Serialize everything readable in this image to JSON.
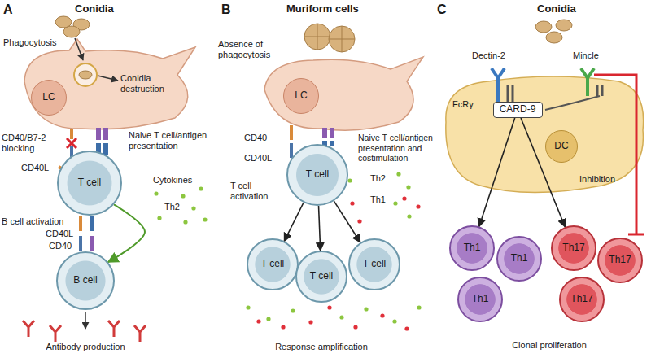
{
  "diagram": {
    "nodes": [
      {
        "text": [
          "LC"
        ]
      },
      {
        "text": [
          "T cell"
        ]
      },
      {
        "text": [
          "B cell"
        ]
      },
      {
        "text": [
          "LC"
        ]
      },
      {
        "text": [
          "T cell"
        ]
      },
      {
        "text": [
          "T cell"
        ]
      },
      {
        "text": [
          "T cell"
        ]
      },
      {
        "text": [
          "T cell"
        ]
      },
      {
        "text": [
          "CARD-9"
        ]
      },
      {
        "text": [
          "DC"
        ]
      },
      {
        "text": [
          "Th1"
        ]
      },
      {
        "text": [
          "Th1"
        ]
      },
      {
        "text": [
          "Th1"
        ]
      },
      {
        "text": [
          "Th17"
        ]
      },
      {
        "text": [
          "Th17"
        ]
      },
      {
        "text": [
          "Th17"
        ]
      }
    ],
    "edges": [
      {
        "from": 1,
        "to": 2,
        "arrow": "to"
      },
      {
        "from": 4,
        "to": 5,
        "arrow": "to"
      },
      {
        "from": 4,
        "to": 6,
        "arrow": "to"
      },
      {
        "from": 4,
        "to": 7,
        "arrow": "to"
      },
      {
        "from": 8,
        "to": 10,
        "arrow": "to"
      },
      {
        "from": 8,
        "to": 13,
        "arrow": "to"
      }
    ],
    "labels": [
      "A",
      "Conidia",
      "Phagocytosis",
      "Conidia destruction",
      "CD40/B7-2 blocking",
      "Naive T cell/antigen presentation",
      "CD40L",
      "Cytokines",
      "Th2",
      "B cell activation",
      "CD40",
      "CD40L",
      "Antibody production",
      "B",
      "Muriform cells",
      "Absence of phagocytosis",
      "CD40",
      "CD40L",
      "Naive T cell/antigen presentation and costimulation",
      "T cell activation",
      "Th2",
      "Th1",
      "Response amplification",
      "C",
      "Conidia",
      "Dectin-2",
      "Mincle",
      "FcRγ",
      "Inhibition",
      "Clonal proliferation"
    ]
  }
}
